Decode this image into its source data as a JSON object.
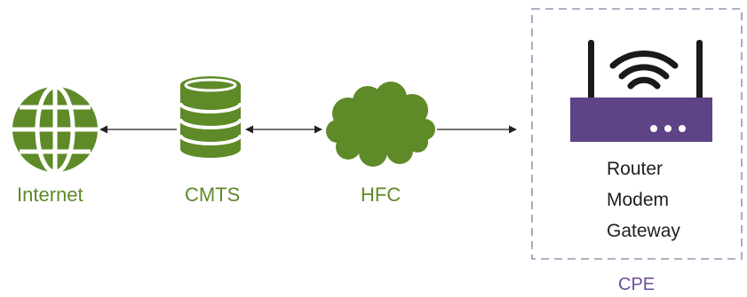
{
  "nodes": {
    "internet": {
      "label": "Internet",
      "icon": "globe-icon"
    },
    "cmts": {
      "label": "CMTS",
      "icon": "database-icon"
    },
    "hfc": {
      "label": "HFC",
      "icon": "cloud-icon"
    }
  },
  "cpe": {
    "label": "CPE",
    "device_icon": "router-icon",
    "device_lines": [
      "Router",
      "Modem",
      "Gateway"
    ]
  },
  "colors": {
    "green": "#5e8a28",
    "purple": "#5e4387",
    "purple_label": "#6a4f9a",
    "dash": "#9a93b0",
    "arrow": "#222222",
    "text": "#1f1f1f"
  }
}
